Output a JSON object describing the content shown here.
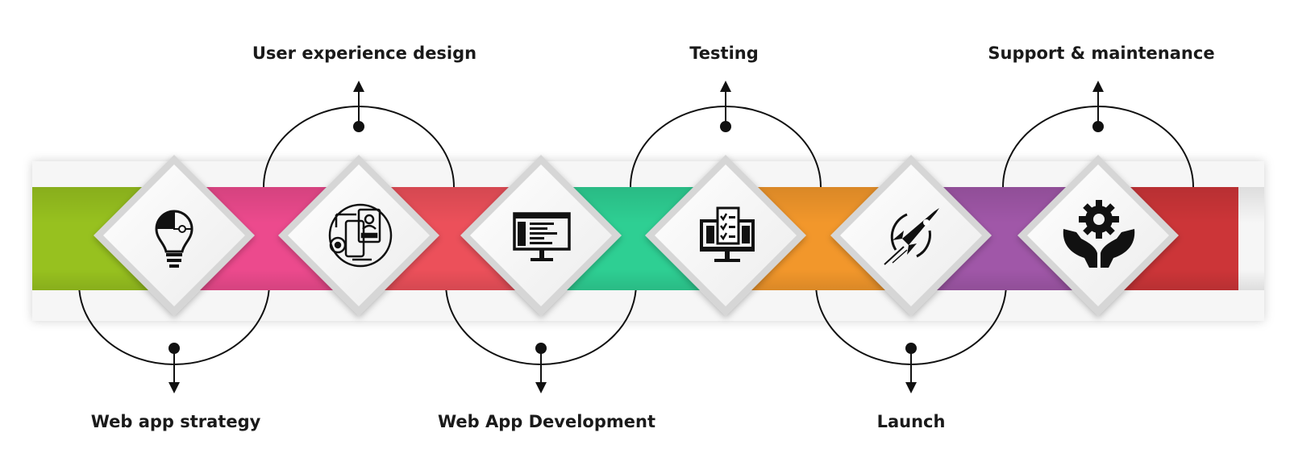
{
  "steps": [
    {
      "label": "Web app strategy",
      "position": "bottom",
      "icon": "lightbulb-puzzle-icon",
      "color": "#97c11f"
    },
    {
      "label": "User experience design",
      "position": "top",
      "icon": "ux-design-icon",
      "color": "#ec4a8d"
    },
    {
      "label": "Web App Development",
      "position": "bottom",
      "icon": "monitor-code-icon",
      "color": "#ec505a"
    },
    {
      "label": "Testing",
      "position": "top",
      "icon": "monitor-checklist-icon",
      "color": "#2ecf93"
    },
    {
      "label": "Launch",
      "position": "bottom",
      "icon": "rocket-icon",
      "color": "#f2972b"
    },
    {
      "label": "Support & maintenance",
      "position": "top",
      "icon": "hands-gear-icon",
      "color": "#a057a8"
    }
  ],
  "tail_color": "#cc3538"
}
